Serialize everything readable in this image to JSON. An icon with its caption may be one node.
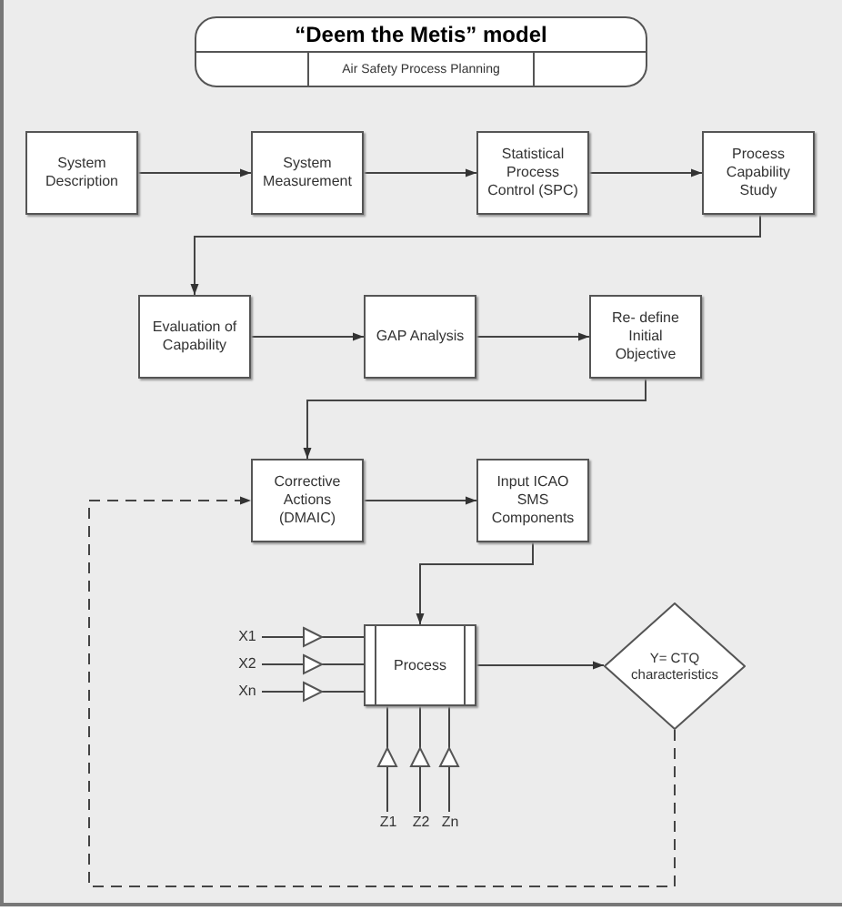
{
  "diagram": {
    "nodes": [
      {
        "text": [
          "“Deem the Metis” model",
          "Air Safety Process Planning"
        ]
      },
      {
        "text": [
          "System Description"
        ]
      },
      {
        "text": [
          "System Measurement"
        ]
      },
      {
        "text": [
          "Statistical Process Control (SPC)"
        ]
      },
      {
        "text": [
          "Process Capability Study"
        ]
      },
      {
        "text": [
          "Evaluation of Capability"
        ]
      },
      {
        "text": [
          "GAP Analysis"
        ]
      },
      {
        "text": [
          "Re- define Initial Objective"
        ]
      },
      {
        "text": [
          "Corrective Actions (DMAIC)"
        ]
      },
      {
        "text": [
          "Input ICAO SMS Components"
        ]
      },
      {
        "text": [
          "Process"
        ]
      },
      {
        "text": [
          "Y= CTQ characteristics"
        ]
      },
      {
        "text": [
          "X1"
        ]
      },
      {
        "text": [
          "X2"
        ]
      },
      {
        "text": [
          "Xn"
        ]
      },
      {
        "text": [
          "Z1"
        ]
      },
      {
        "text": [
          "Z2"
        ]
      },
      {
        "text": [
          "Zn"
        ]
      }
    ],
    "edges": [
      {
        "from": 1,
        "to": 2,
        "arrow": "to"
      },
      {
        "from": 2,
        "to": 3,
        "arrow": "to"
      },
      {
        "from": 3,
        "to": 4,
        "arrow": "to"
      },
      {
        "from": 4,
        "to": 5,
        "arrow": "to"
      },
      {
        "from": 5,
        "to": 6,
        "arrow": "to"
      },
      {
        "from": 6,
        "to": 7,
        "arrow": "to"
      },
      {
        "from": 7,
        "to": 8,
        "arrow": "to"
      },
      {
        "from": 8,
        "to": 9,
        "arrow": "to"
      },
      {
        "from": 9,
        "to": 10,
        "arrow": "to"
      },
      {
        "from": 10,
        "to": 11,
        "arrow": "to"
      },
      {
        "from": 11,
        "to": 8,
        "arrow": "to",
        "style": "dashed"
      },
      {
        "from": 12,
        "to": 10,
        "arrow": "to"
      },
      {
        "from": 13,
        "to": 10,
        "arrow": "to"
      },
      {
        "from": 14,
        "to": 10,
        "arrow": "to"
      },
      {
        "from": 15,
        "to": 10,
        "arrow": "to"
      },
      {
        "from": 16,
        "to": 10,
        "arrow": "to"
      },
      {
        "from": 17,
        "to": 10,
        "arrow": "to"
      }
    ]
  }
}
